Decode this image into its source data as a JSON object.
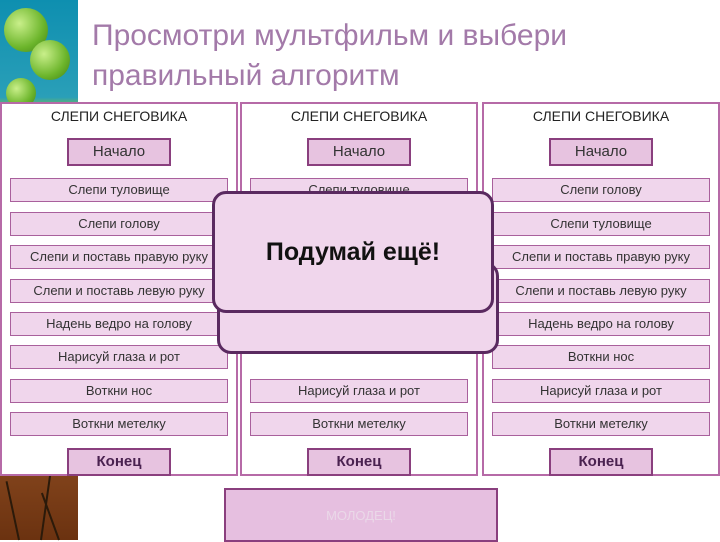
{
  "title_line1": "Просмотри мультфильм и выбери",
  "title_line2": "правильный алгоритм",
  "columns": [
    {
      "header": "СЛЕПИ СНЕГОВИКА",
      "start": "Начало",
      "steps": [
        "Слепи туловище",
        "Слепи голову",
        "Слепи и поставь правую руку",
        "Слепи и поставь левую руку",
        "Надень ведро на голову",
        "Нарисуй глаза и рот",
        "Воткни нос",
        "Воткни метелку"
      ],
      "end": "Конец"
    },
    {
      "header": "СЛЕПИ СНЕГОВИКА",
      "start": "Начало",
      "steps": [
        "Слепи туловище",
        "",
        "",
        "",
        "",
        "",
        "Нарисуй глаза и рот",
        "Воткни метелку"
      ],
      "end": "Конец"
    },
    {
      "header": "СЛЕПИ СНЕГОВИКА",
      "start": "Начало",
      "steps": [
        "Слепи голову",
        "Слепи туловище",
        "Слепи и поставь правую руку",
        "Слепи и поставь левую руку",
        "Надень ведро на голову",
        "Воткни нос",
        "Нарисуй глаза и рот",
        "Воткни метелку"
      ],
      "end": "Конец"
    }
  ],
  "popup_message": "Подумай ещё!",
  "next_button_label": "МОЛОДЕЦ!",
  "colors": {
    "title": "#a37aa9",
    "panel_border": "#b66aa7",
    "step_fill": "#f0d6ec",
    "terminal_fill": "#e7c3e0",
    "popup_border": "#5a2a60"
  }
}
